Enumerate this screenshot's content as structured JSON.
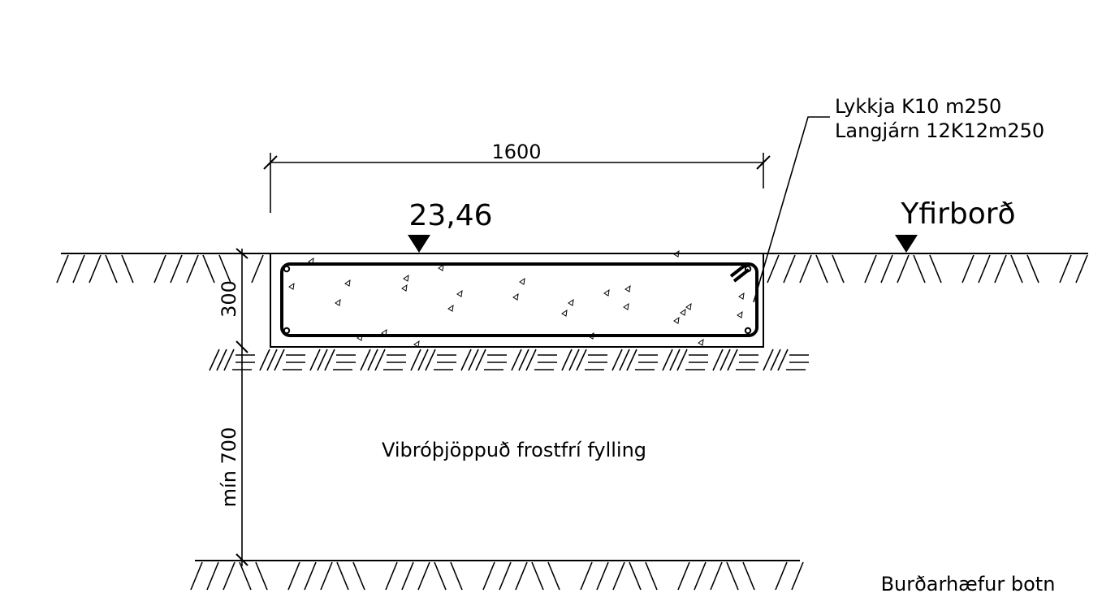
{
  "labels": {
    "width_dim": "1600",
    "level_value": "23,46",
    "surface": "Yfirborð",
    "rebar_line1": "Lykkja K10 m250",
    "rebar_line2": "Langjárn 12K12m250",
    "slab_thickness": "300",
    "fill_depth": "mín 700",
    "fill_desc": "Vibróþjöppuð frostfrí fylling",
    "bottom": "Burðarhæfur botn"
  },
  "colors": {
    "ink": "#000000",
    "paper": "#ffffff"
  }
}
